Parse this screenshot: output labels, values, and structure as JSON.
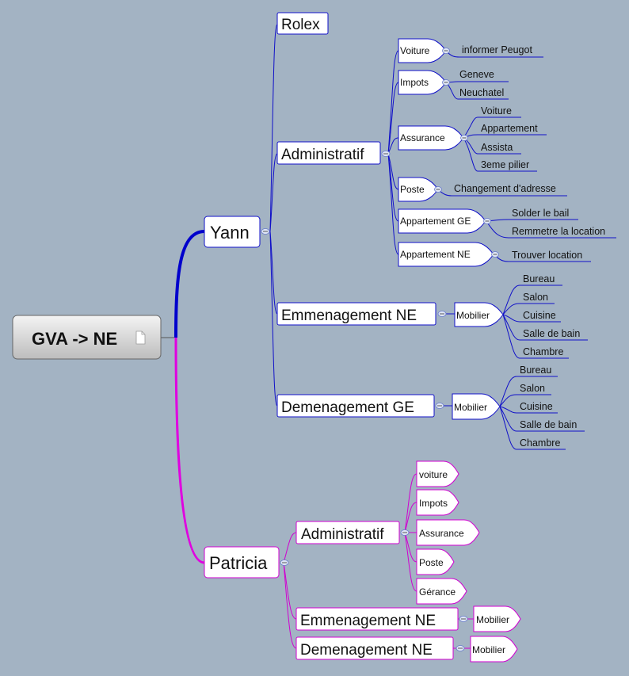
{
  "central": {
    "label": "GVA -> NE",
    "icon": "document-icon"
  },
  "colors": {
    "background": "#a3b3c3",
    "yann_branch": "#0000cc",
    "patricia_branch": "#e000e0",
    "node_fill": "#ffffff"
  },
  "yann": {
    "label": "Yann",
    "rolex": "Rolex",
    "administratif": {
      "label": "Administratif",
      "voiture": {
        "label": "Voiture",
        "items": [
          "informer Peugot"
        ]
      },
      "impots": {
        "label": "Impots",
        "items": [
          "Geneve",
          "Neuchatel"
        ]
      },
      "assurance": {
        "label": "Assurance",
        "items": [
          "Voiture",
          "Appartement",
          "Assista",
          "3eme pilier"
        ]
      },
      "poste": {
        "label": "Poste",
        "items": [
          "Changement d'adresse"
        ]
      },
      "appartement_ge": {
        "label": "Appartement GE",
        "items": [
          "Solder le bail",
          "Remmetre la location"
        ]
      },
      "appartement_ne": {
        "label": "Appartement NE",
        "items": [
          "Trouver location"
        ]
      }
    },
    "emmenagement": {
      "label": "Emmenagement NE",
      "mobilier": {
        "label": "Mobilier",
        "items": [
          "Bureau",
          "Salon",
          "Cuisine",
          "Salle de bain",
          "Chambre"
        ]
      }
    },
    "demenagement": {
      "label": "Demenagement GE",
      "mobilier": {
        "label": "Mobilier",
        "items": [
          "Bureau",
          "Salon",
          "Cuisine",
          "Salle de bain",
          "Chambre"
        ]
      }
    }
  },
  "patricia": {
    "label": "Patricia",
    "administratif": {
      "label": "Administratif",
      "items": [
        "voiture",
        "Impots",
        "Assurance",
        "Poste",
        "Gérance"
      ]
    },
    "emmenagement": {
      "label": "Emmenagement NE",
      "mobilier": "Mobilier"
    },
    "demenagement": {
      "label": "Demenagement NE",
      "mobilier": "Mobilier"
    }
  }
}
